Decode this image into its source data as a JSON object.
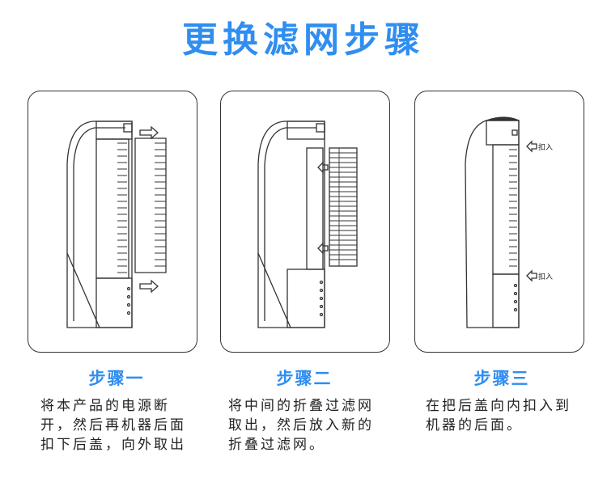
{
  "page_title": "更换滤网步骤",
  "steps": [
    {
      "title": "步骤一",
      "desc": "将本产品的电源断开，然后再机器后面扣下后盖，向外取出"
    },
    {
      "title": "步骤二",
      "desc": "将中间的折叠过滤网取出，然后放入新的折叠过滤网。"
    },
    {
      "title": "步骤三",
      "desc": "在把后盖向内扣入到机器的后面。",
      "callouts": [
        "扣入",
        "扣入"
      ]
    }
  ],
  "colors": {
    "accent": "#2f8ef0",
    "line": "#333333"
  }
}
